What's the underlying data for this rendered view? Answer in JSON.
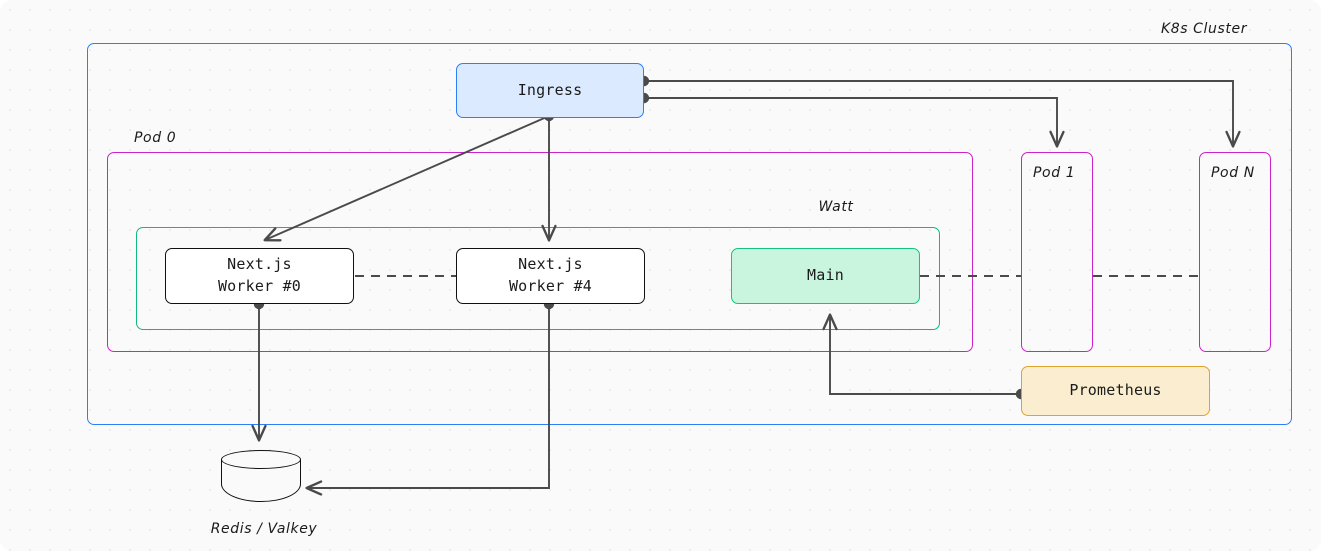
{
  "diagram": {
    "title_label": "K8s Cluster",
    "colors": {
      "cluster_border": "#2d7ff9",
      "pod_border": "#cc22cc",
      "watt_border": "#10b981",
      "ingress_fill": "#dbeafe",
      "main_fill": "#c9f5de",
      "prometheus_fill": "#faedd0",
      "prometheus_border": "#e0a32e",
      "edge": "#4a4a4a",
      "background": "#fafafa"
    },
    "containers": [
      {
        "id": "cluster",
        "label": "K8s Cluster"
      },
      {
        "id": "pod0",
        "label": "Pod 0"
      },
      {
        "id": "watt",
        "label": "Watt"
      },
      {
        "id": "pod1",
        "label": "Pod 1"
      },
      {
        "id": "podN",
        "label": "Pod N"
      }
    ],
    "nodes": [
      {
        "id": "ingress",
        "label": "Ingress"
      },
      {
        "id": "worker0",
        "label": "Next.js\nWorker #0",
        "line1": "Next.js",
        "line2": "Worker #0"
      },
      {
        "id": "worker4",
        "label": "Next.js\nWorker #4",
        "line1": "Next.js",
        "line2": "Worker #4"
      },
      {
        "id": "main",
        "label": "Main"
      },
      {
        "id": "prometheus",
        "label": "Prometheus"
      },
      {
        "id": "database",
        "label": "Redis / Valkey"
      }
    ],
    "edges": [
      {
        "from": "ingress",
        "to": "worker0",
        "style": "solid",
        "arrow": true
      },
      {
        "from": "ingress",
        "to": "worker4",
        "style": "solid",
        "arrow": true
      },
      {
        "from": "ingress",
        "to": "pod1",
        "style": "solid",
        "arrow": true
      },
      {
        "from": "ingress",
        "to": "podN",
        "style": "solid",
        "arrow": true
      },
      {
        "from": "worker0",
        "to": "database",
        "style": "solid",
        "arrow": true
      },
      {
        "from": "worker4",
        "to": "database",
        "style": "solid",
        "arrow": true
      },
      {
        "from": "prometheus",
        "to": "main",
        "style": "solid",
        "arrow": true
      },
      {
        "from": "worker0",
        "to": "worker4",
        "style": "dashed",
        "arrow": false
      },
      {
        "from": "main",
        "to": "pod1",
        "style": "dashed",
        "arrow": false
      },
      {
        "from": "pod1",
        "to": "podN",
        "style": "dashed",
        "arrow": false
      }
    ]
  }
}
